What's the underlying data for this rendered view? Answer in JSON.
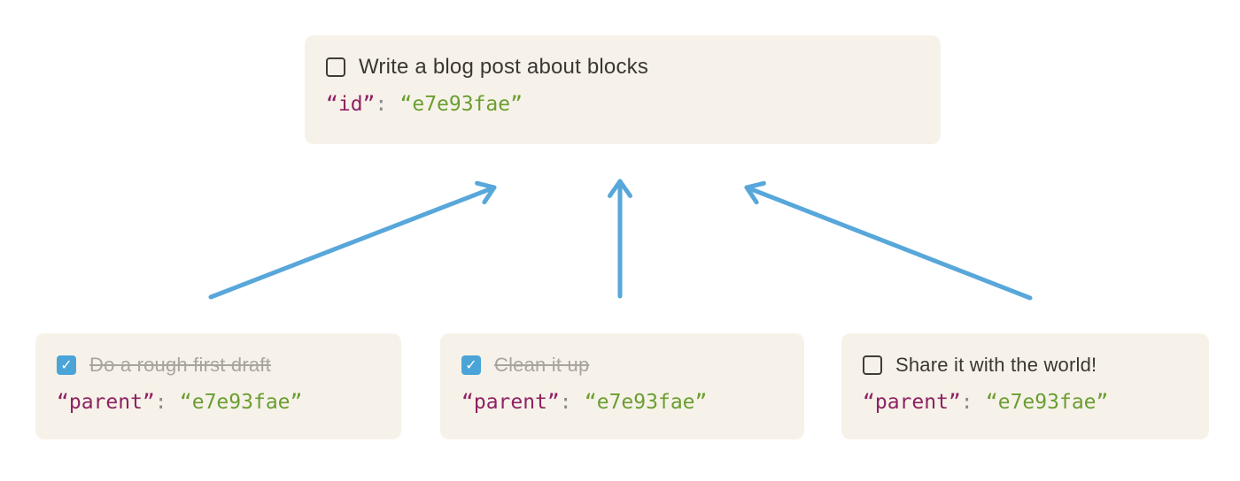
{
  "page": {
    "background": "#ffffff"
  },
  "colors": {
    "card_bg": "#f7f2e9",
    "title_text": "#3a3733",
    "done_text": "#a8a49e",
    "checkbox_border": "#403c37",
    "checkbox_checked_bg": "#4ba4d7",
    "arrow": "#58a7db",
    "json_key": "#8e2163",
    "json_colon": "#8a8a8a",
    "json_value": "#6a9e31"
  },
  "icons": {
    "check_glyph": "✓"
  },
  "parent_block": {
    "title": "Write a blog post about blocks",
    "state": "todo",
    "code": {
      "key": "“id”",
      "colon": ":",
      "value": "“e7e93fae”"
    }
  },
  "child_blocks": [
    {
      "title": "Do a rough first draft",
      "state": "done",
      "code": {
        "key": "“parent”",
        "colon": ":",
        "value": "“e7e93fae”"
      }
    },
    {
      "title": "Clean it up",
      "state": "done",
      "code": {
        "key": "“parent”",
        "colon": ":",
        "value": "“e7e93fae”"
      }
    },
    {
      "title": "Share it with the world!",
      "state": "todo",
      "code": {
        "key": "“parent”",
        "colon": ":",
        "value": "“e7e93fae”"
      }
    }
  ]
}
